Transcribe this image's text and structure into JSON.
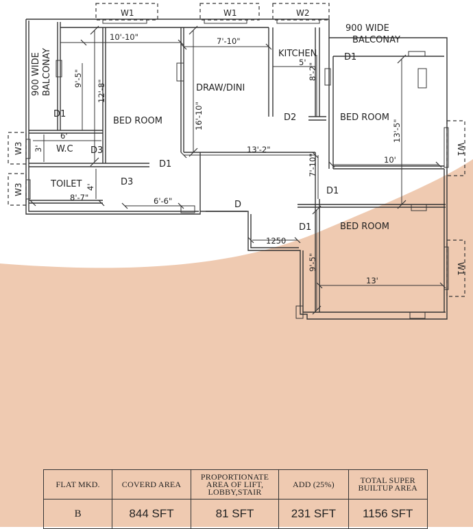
{
  "colors": {
    "background": "#ffffff",
    "peach": "#efcab1",
    "wall": "#333333"
  },
  "plan": {
    "rooms": [
      {
        "key": "bed1",
        "label": "BED ROOM"
      },
      {
        "key": "draw",
        "label": "DRAW/DINI"
      },
      {
        "key": "kitchen",
        "label": "KITCHEN"
      },
      {
        "key": "bed2",
        "label": "BED ROOM"
      },
      {
        "key": "bed3",
        "label": "BED ROOM"
      },
      {
        "key": "wc",
        "label": "W.C"
      },
      {
        "key": "toilet",
        "label": "TOILET"
      },
      {
        "key": "balcony_left",
        "label": "900 WIDE\nBALCONAY"
      },
      {
        "key": "balcony_right",
        "label": "900 WIDE\nBALCONAY"
      }
    ],
    "windows": [
      "W1",
      "W1",
      "W2",
      "W1",
      "W1",
      "W3",
      "W3"
    ],
    "doors": [
      "D1",
      "D1",
      "D1",
      "D1",
      "D1",
      "D1",
      "D2",
      "D3",
      "D3",
      "D"
    ],
    "dimensions": [
      "10'-10\"",
      "7'-10\"",
      "5'",
      "8'-2\"",
      "9'-5\"",
      "12'-8\"",
      "16'-10\"",
      "13'-2\"",
      "6'",
      "3'",
      "4'",
      "8'-7\"",
      "6'-6\"",
      "13'-5\"",
      "10'",
      "7'-10\"",
      "1250",
      "9'-5\"",
      "13'"
    ]
  },
  "area_table": {
    "headers": [
      "FLAT MKD.",
      "COVERD AREA",
      "PROPORTIONATE AREA OF LIFT, LOBBY,STAIR",
      "ADD (25%)",
      "TOTAL SUPER BUILTUP AREA"
    ],
    "row": [
      "B",
      "844 SFT",
      "81 SFT",
      "231 SFT",
      "1156 SFT"
    ]
  }
}
